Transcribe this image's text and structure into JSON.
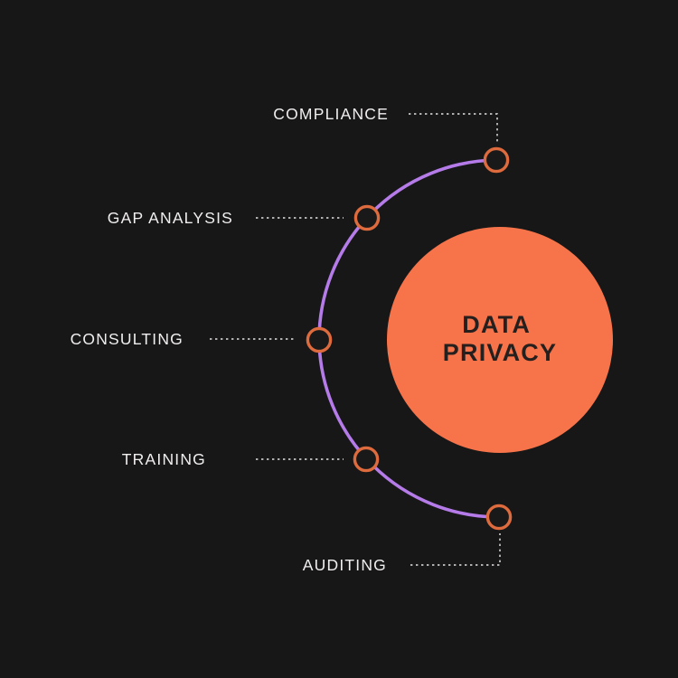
{
  "diagram": {
    "type": "semicircle-spoke-infographic",
    "center": {
      "title_line1": "DATA",
      "title_line2": "PRIVACY"
    },
    "items": [
      {
        "label": "COMPLIANCE"
      },
      {
        "label": "GAP ANALYSIS"
      },
      {
        "label": "CONSULTING"
      },
      {
        "label": "TRAINING"
      },
      {
        "label": "AUDITING"
      }
    ],
    "colors": {
      "background": "#171717",
      "center_circle_fill": "#F7744B",
      "center_title_text": "#251F1D",
      "arc_stroke": "#B57BE8",
      "node_ring_stroke": "#DE6B3D",
      "node_fill": "#191919",
      "label_text": "#F1EEEE",
      "connector_dotted": "#C7C5C5"
    }
  }
}
